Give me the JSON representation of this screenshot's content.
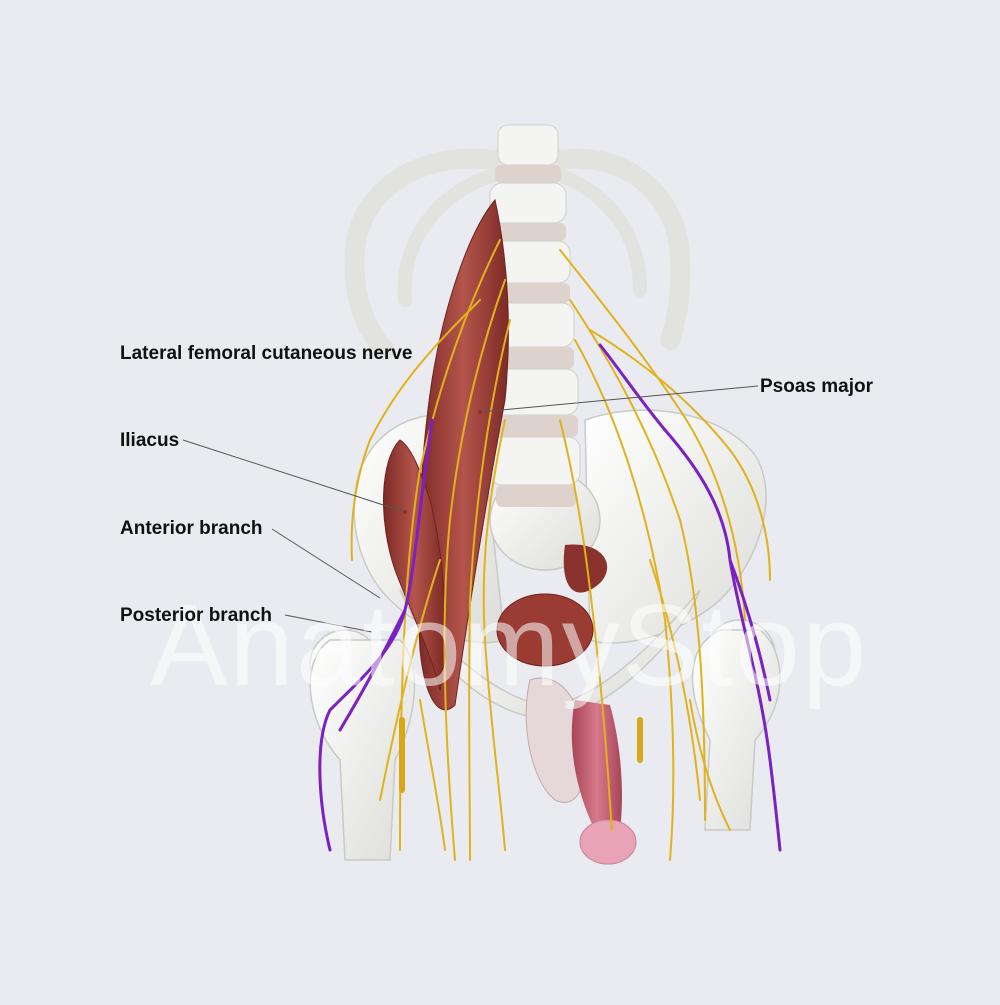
{
  "watermark": "AnatomyStop",
  "labels": {
    "lateral_femoral_cutaneous_nerve": "Lateral femoral cutaneous nerve",
    "psoas_major": "Psoas major",
    "iliacus": "Iliacus",
    "anterior_branch": "Anterior branch",
    "posterior_branch": "Posterior branch"
  },
  "colors": {
    "background": "#e9ebf0",
    "bone": "#f3f3f1",
    "disc": "#ddd2cc",
    "muscle": "#9a3b34",
    "nerve": "#e0b21c",
    "highlight_nerve": "#7a20c4",
    "glans": "#e8a3b6"
  }
}
